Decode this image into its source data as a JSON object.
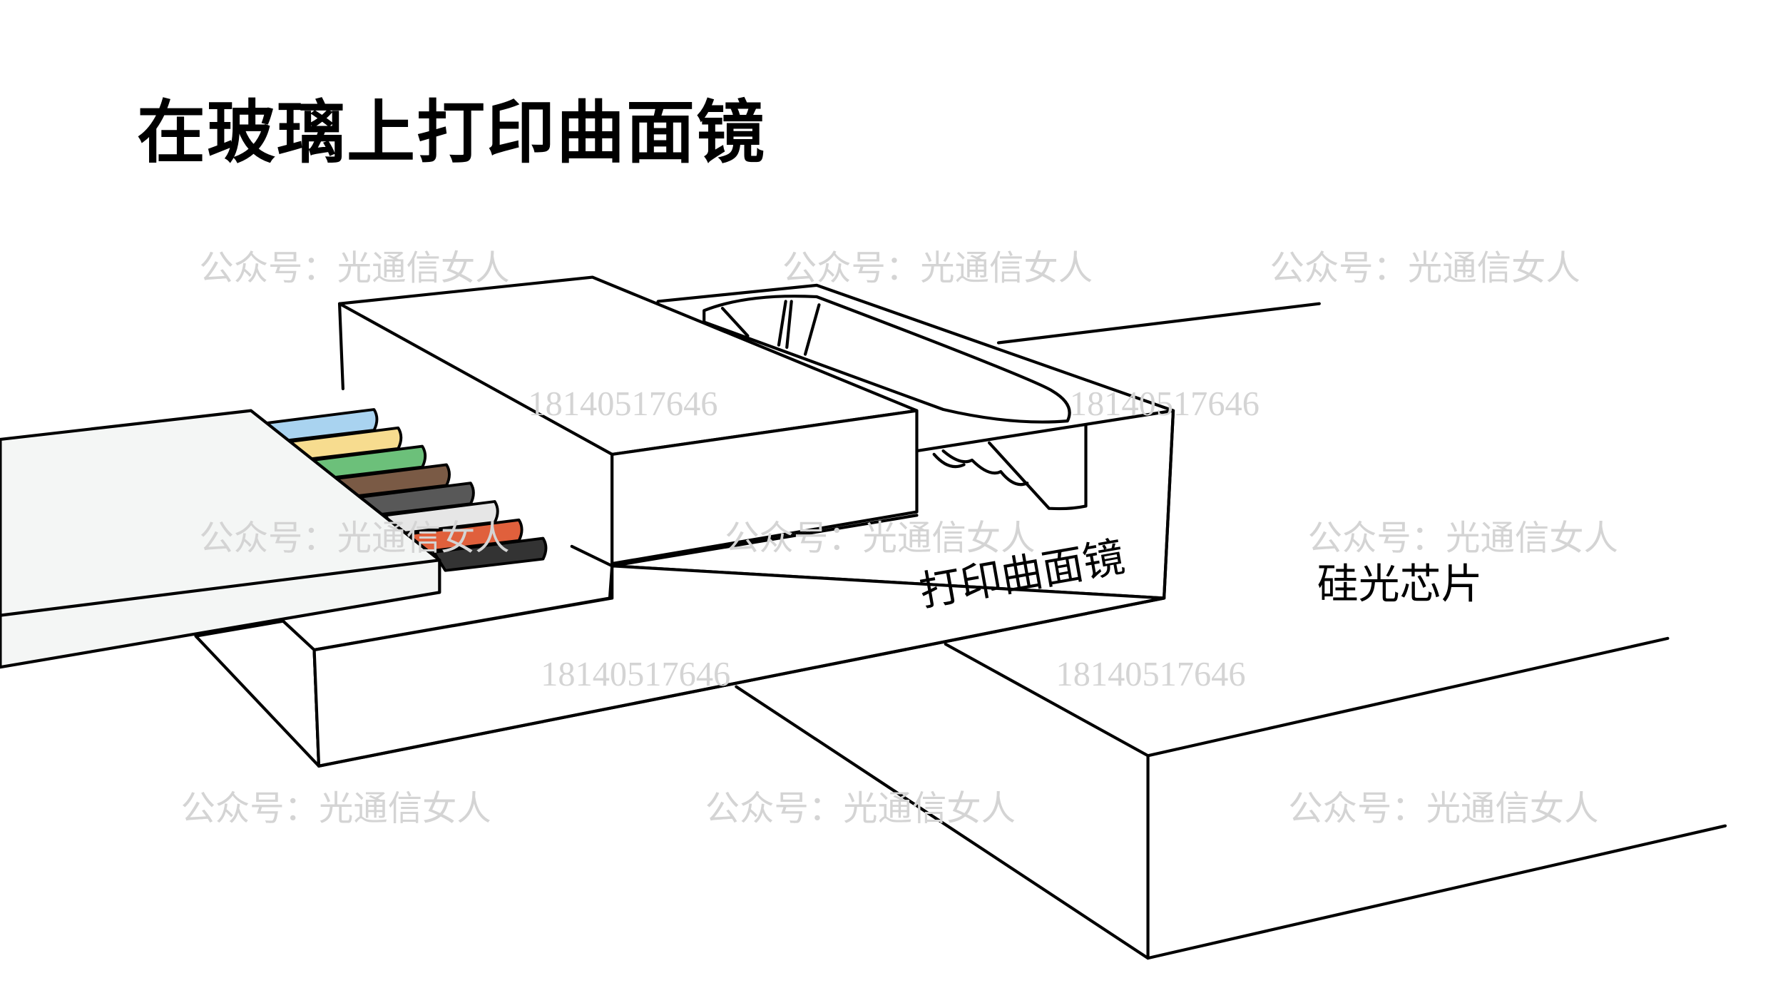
{
  "title": "在玻璃上打印曲面镜",
  "labels": {
    "mirror": "打印曲面镜",
    "chip": "硅光芯片"
  },
  "watermarks": {
    "account": "公众号：光通信女人",
    "phone": "18140517646"
  },
  "fiber_colors": [
    "#a9d3f0",
    "#f7dc8f",
    "#6cc07a",
    "#7a5a45",
    "#585858",
    "#e6e6e6",
    "#e0603c",
    "#333333"
  ],
  "ribbon_color": "#f4f6f5"
}
